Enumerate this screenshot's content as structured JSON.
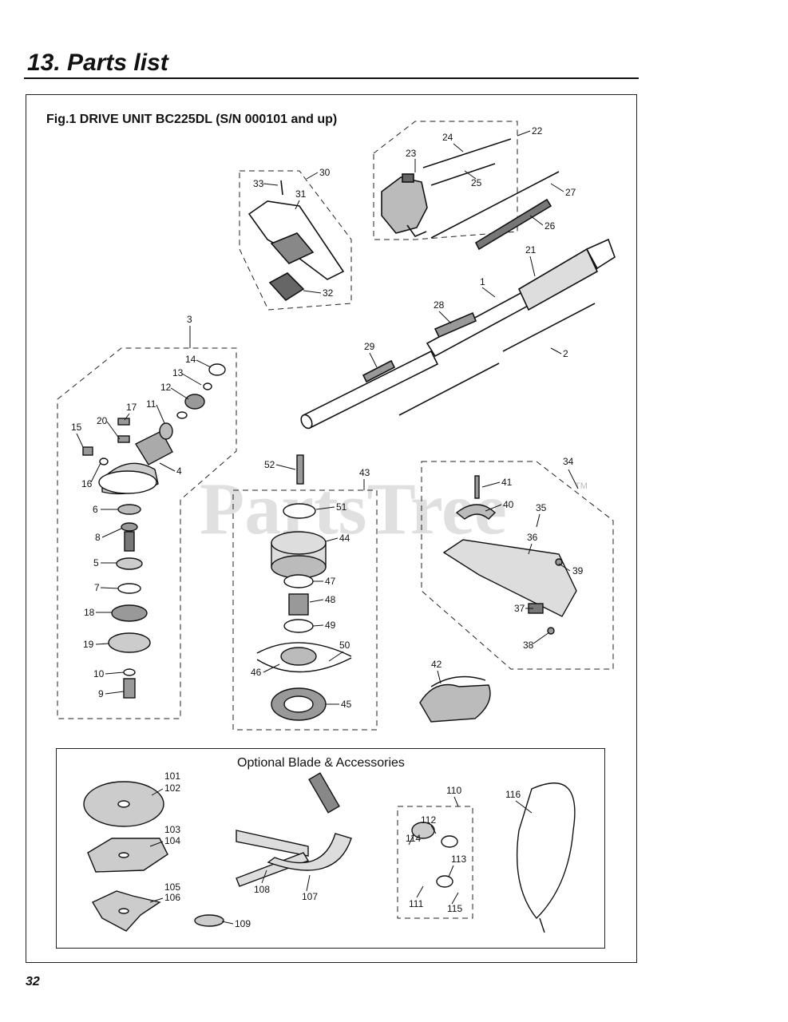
{
  "page": {
    "title": "13. Parts list",
    "number": "32"
  },
  "figure": {
    "caption": "Fig.1 DRIVE UNIT  BC225DL (S/N 000101 and up)",
    "accessories_title": "Optional Blade & Accessories",
    "watermark": "PartsTree",
    "watermark_tm": "TM"
  },
  "callouts": [
    "22",
    "23",
    "24",
    "25",
    "26",
    "27",
    "21",
    "1",
    "28",
    "29",
    "2",
    "30",
    "31",
    "32",
    "33",
    "3",
    "14",
    "13",
    "12",
    "11",
    "17",
    "20",
    "15",
    "16",
    "4",
    "6",
    "8",
    "5",
    "7",
    "18",
    "19",
    "10",
    "9",
    "52",
    "43",
    "51",
    "44",
    "47",
    "48",
    "49",
    "50",
    "46",
    "45",
    "34",
    "41",
    "40",
    "35",
    "36",
    "39",
    "37",
    "38",
    "42",
    "101",
    "102",
    "103",
    "104",
    "105",
    "106",
    "109",
    "108",
    "107",
    "110",
    "112",
    "114",
    "113",
    "111",
    "115",
    "116"
  ]
}
